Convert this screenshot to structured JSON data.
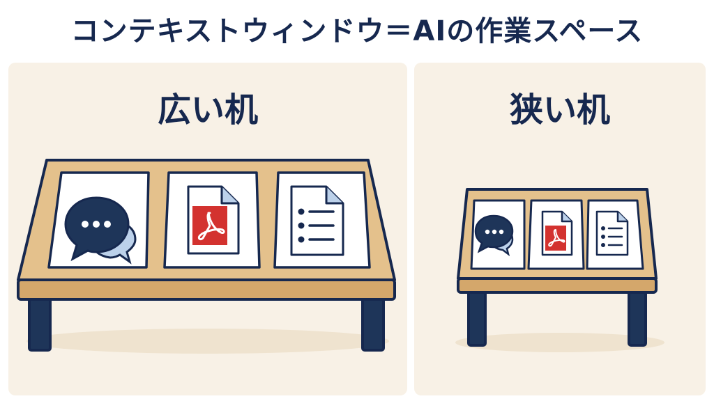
{
  "title": "コンテキストウィンドウ＝AIの作業スペース",
  "panels": {
    "wide": {
      "label": "広い机",
      "items": [
        "chat-bubbles-icon",
        "pdf-document-icon",
        "text-document-icon"
      ]
    },
    "narrow": {
      "label": "狭い机",
      "items": [
        "chat-bubbles-icon",
        "pdf-document-icon",
        "text-document-icon"
      ]
    }
  },
  "colors": {
    "navy": "#16284f",
    "table_wood": "#e4c18c",
    "panel_bg": "#f8f1e6",
    "pdf_red": "#d3322f",
    "bubble_light": "#bcd1ea"
  }
}
